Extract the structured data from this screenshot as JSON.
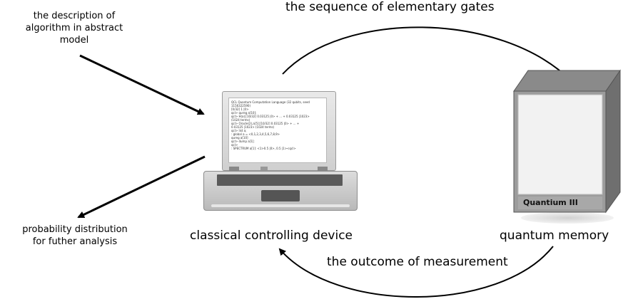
{
  "labels": {
    "top_arrow": "the sequence of elementary gates",
    "bottom_arrow": "the outcome of measurement",
    "input_line1": "the description of",
    "input_line2": "algorithm in abstract",
    "input_line3": "model",
    "output_line1": "probability distribution",
    "output_line2": "for futher analysis",
    "laptop": "classical controlling device",
    "memory": "quantum memory",
    "memory_brand": "Quantium III"
  },
  "screen": {
    "lines": [
      "QCL Quantum Computation Language (32 qubits, seed",
      "1156322590)",
      "[0/32] 1 |0>",
      "qcl> qureg a[10];",
      "qcl> H(a);[10/32] 0.03125 |0> + ... + 0.03125 |1023>",
      "(1024 terms)",
      "qcl> Oracle(2),a[5];[10/32] 0.03125 |0> + ... +",
      "0.03125 |1023> (1024 terms)",
      "qcl> list a;",
      ": global a = <0,1,2,3,4,5,6,7,8,9>",
      "qureg a[10]",
      "qcl> dump a[1];",
      "qcl>",
      ": SPECTRUM a[1]: <1>0.5 |0>, 0.5 |1><qcl>"
    ]
  },
  "colors": {
    "arrow": "#000000",
    "box_side": "#6f6f6f",
    "box_front": "#f2f2f2"
  }
}
